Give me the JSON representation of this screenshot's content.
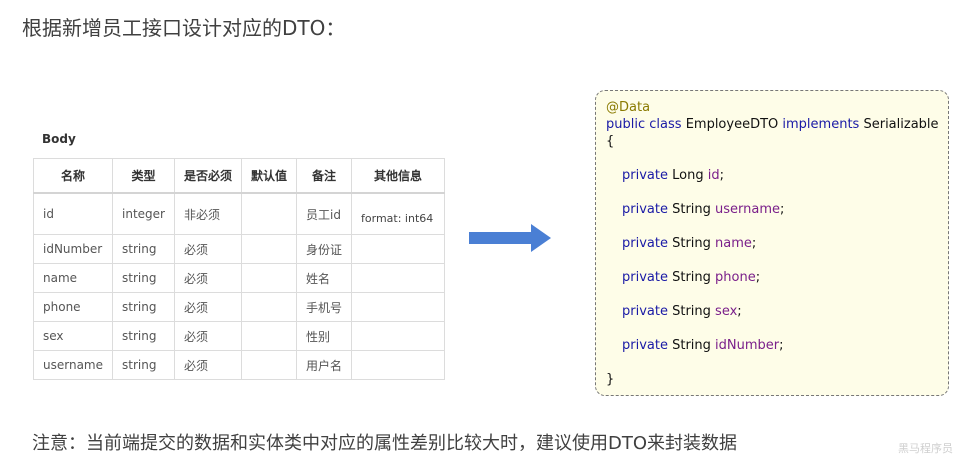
{
  "title": "根据新增员工接口设计对应的DTO：",
  "body_label": "Body",
  "table": {
    "headers": [
      "名称",
      "类型",
      "是否必须",
      "默认值",
      "备注",
      "其他信息"
    ],
    "rows": [
      [
        "id",
        "integer",
        "非必须",
        "",
        "员工id",
        "format: int64"
      ],
      [
        "idNumber",
        "string",
        "必须",
        "",
        "身份证",
        ""
      ],
      [
        "name",
        "string",
        "必须",
        "",
        "姓名",
        ""
      ],
      [
        "phone",
        "string",
        "必须",
        "",
        "手机号",
        ""
      ],
      [
        "sex",
        "string",
        "必须",
        "",
        "性别",
        ""
      ],
      [
        "username",
        "string",
        "必须",
        "",
        "用户名",
        ""
      ]
    ]
  },
  "arrow_color": "#4a7fd4",
  "code": {
    "annotation": "@Data",
    "decl_public": "public",
    "decl_class": "class",
    "class_name": "EmployeeDTO",
    "implements": "implements",
    "interface": "Serializable",
    "open_brace": "{",
    "close_brace": "}",
    "fields": [
      {
        "modifier": "private",
        "type": "Long",
        "name": "id"
      },
      {
        "modifier": "private",
        "type": "String",
        "name": "username"
      },
      {
        "modifier": "private",
        "type": "String",
        "name": "name"
      },
      {
        "modifier": "private",
        "type": "String",
        "name": "phone"
      },
      {
        "modifier": "private",
        "type": "String",
        "name": "sex"
      },
      {
        "modifier": "private",
        "type": "String",
        "name": "idNumber"
      }
    ]
  },
  "note": "注意：当前端提交的数据和实体类中对应的属性差别比较大时，建议使用DTO来封装数据",
  "watermark": "黑马程序员"
}
